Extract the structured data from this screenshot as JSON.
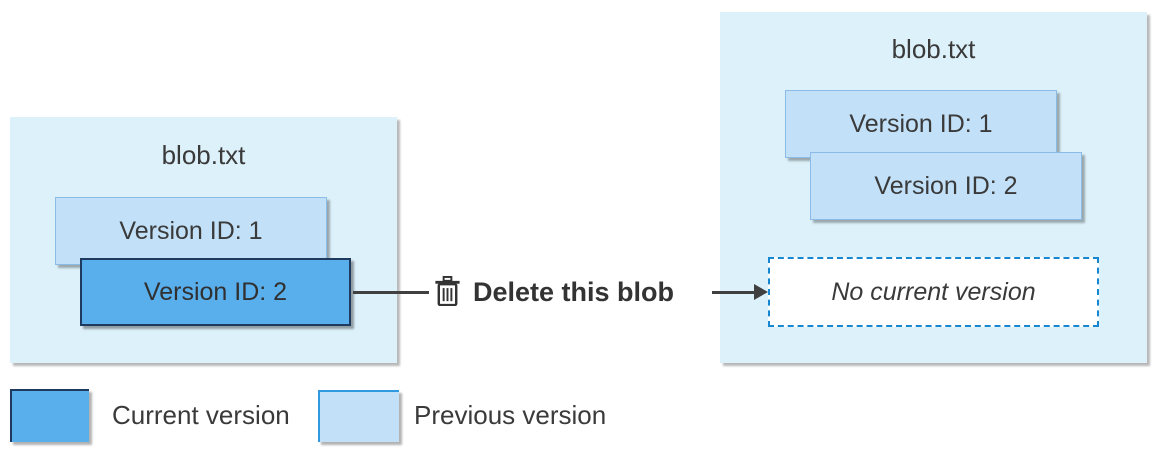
{
  "before": {
    "title": "blob.txt",
    "versions": [
      {
        "label": "Version ID: 1",
        "state": "previous"
      },
      {
        "label": "Version ID: 2",
        "state": "current"
      }
    ]
  },
  "action": {
    "label": "Delete this blob",
    "icon": "trash-icon"
  },
  "after": {
    "title": "blob.txt",
    "versions": [
      {
        "label": "Version ID: 1",
        "state": "previous"
      },
      {
        "label": "Version ID: 2",
        "state": "previous"
      }
    ],
    "no_current_label": "No current version"
  },
  "legend": {
    "current": "Current version",
    "previous": "Previous version"
  },
  "colors": {
    "container_bg": "#ddf1fa",
    "current_version_fill": "#59aeec",
    "current_version_border": "#1f3a5f",
    "previous_version_fill": "#c2e1f8",
    "previous_version_border": "#8abce6",
    "no_current_dashed_border": "#1787d2",
    "arrow": "#404040",
    "text": "#3a3a3a"
  }
}
